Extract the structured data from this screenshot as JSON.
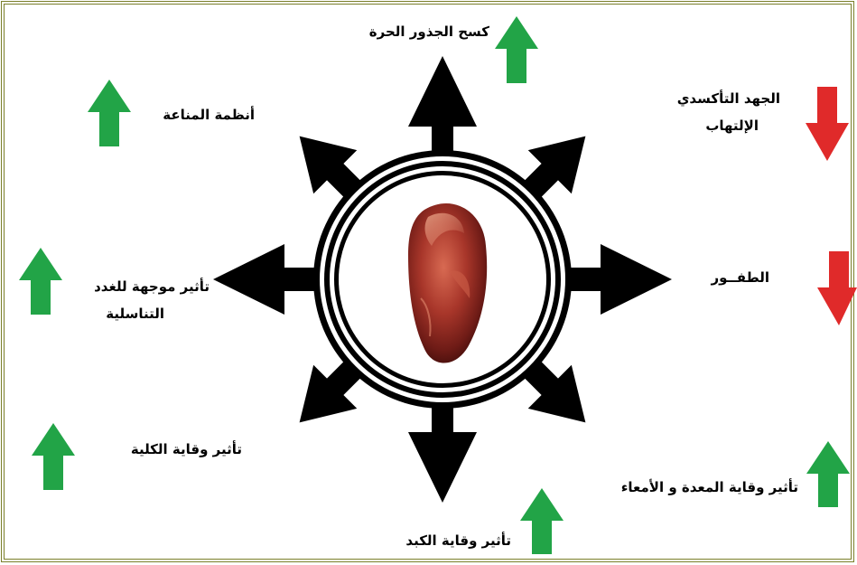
{
  "center_image": "date-fruit",
  "colors": {
    "increase": "#22a447",
    "decrease": "#e02a2a",
    "arrow": "#000000",
    "frame": "#7a7f2a"
  },
  "effects": [
    {
      "id": "free-radical-scavenging",
      "lines": [
        "كسح الجذور الحرة"
      ],
      "direction": "increase"
    },
    {
      "id": "oxidative-stress-inflammation",
      "lines": [
        "الجهد التأكسدي",
        "الإلتهاب"
      ],
      "direction": "decrease"
    },
    {
      "id": "mutation",
      "lines": [
        "الطفــور"
      ],
      "direction": "decrease"
    },
    {
      "id": "gastro-protection",
      "lines": [
        "تأثير وقاية المعدة و الأمعاء"
      ],
      "direction": "increase"
    },
    {
      "id": "liver-protection",
      "lines": [
        "تأثير وقاية الكبد"
      ],
      "direction": "increase"
    },
    {
      "id": "kidney-protection",
      "lines": [
        "تأثير وقاية الكلية"
      ],
      "direction": "increase"
    },
    {
      "id": "gonadotropic-effect",
      "lines": [
        "تأثير موجهة للغدد",
        "التناسلية"
      ],
      "direction": "increase"
    },
    {
      "id": "immune-systems",
      "lines": [
        "أنظمة المناعة"
      ],
      "direction": "increase"
    }
  ]
}
